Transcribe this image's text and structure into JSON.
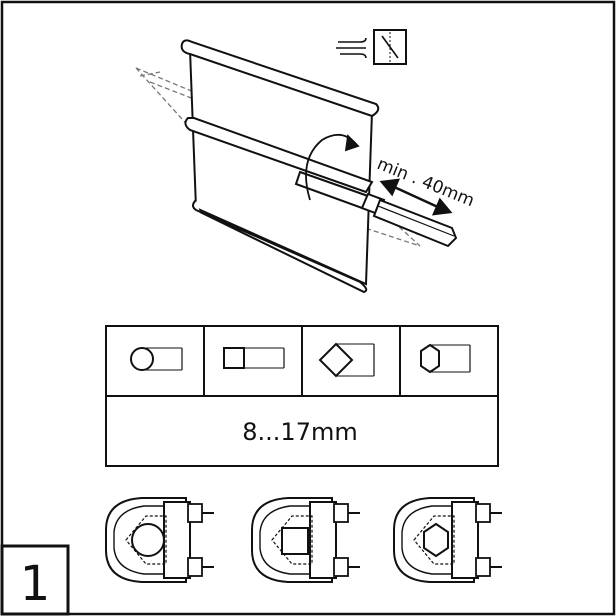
{
  "step": {
    "number": "1"
  },
  "shaft_length": {
    "label": "min . 40mm"
  },
  "shape_table": {
    "profiles": [
      {
        "shape": "round"
      },
      {
        "shape": "square"
      },
      {
        "shape": "diamond"
      },
      {
        "shape": "hexagon"
      }
    ],
    "size_range": "8...17mm"
  },
  "clamps": [
    {
      "profile": "round"
    },
    {
      "profile": "square"
    },
    {
      "profile": "hexagon"
    }
  ],
  "icons": {
    "wind": "wind-icon",
    "motor": "motor-icon",
    "rotation": "rotation-arrow-icon",
    "dimension": "double-arrow-icon"
  },
  "colors": {
    "stroke": "#111111",
    "fill": "#ffffff",
    "dashed": "#777777"
  }
}
